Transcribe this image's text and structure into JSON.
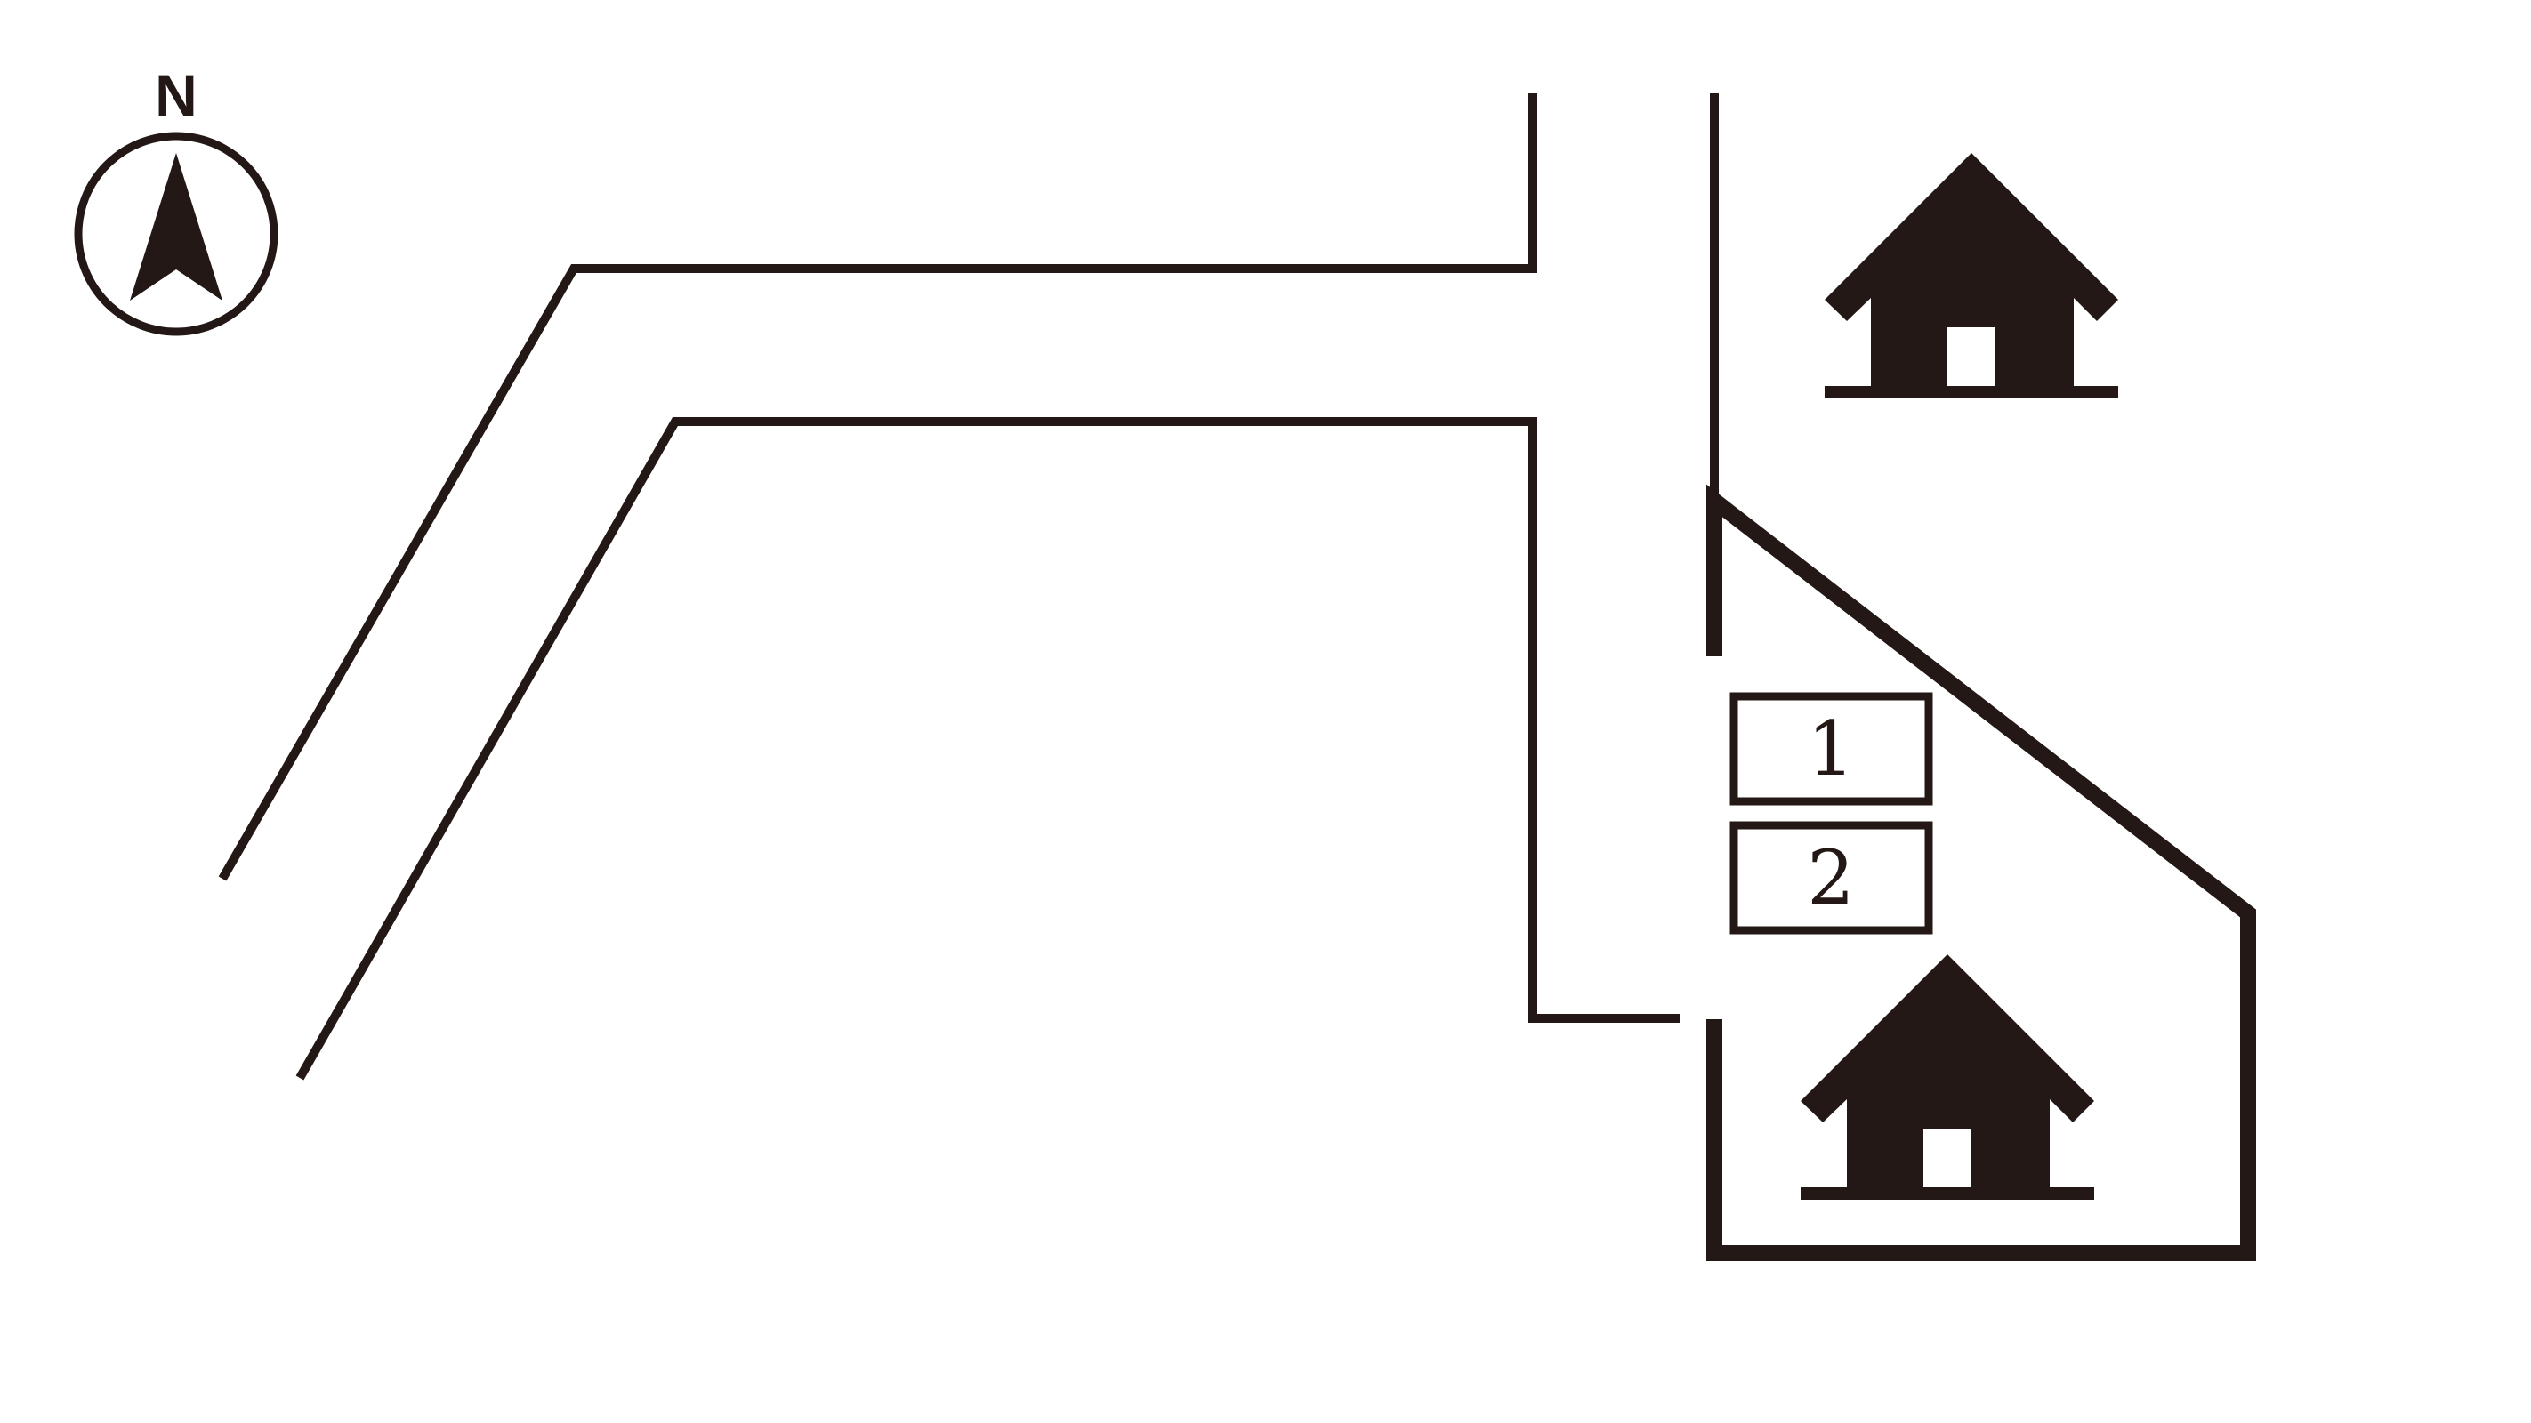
{
  "compass": {
    "label": "N",
    "icon": "north-arrow-icon"
  },
  "parking_spaces": [
    {
      "label": "1"
    },
    {
      "label": "2"
    }
  ],
  "buildings": [
    {
      "icon": "house-icon"
    },
    {
      "icon": "house-icon"
    }
  ],
  "colors": {
    "line": "#231815",
    "background": "#ffffff"
  }
}
